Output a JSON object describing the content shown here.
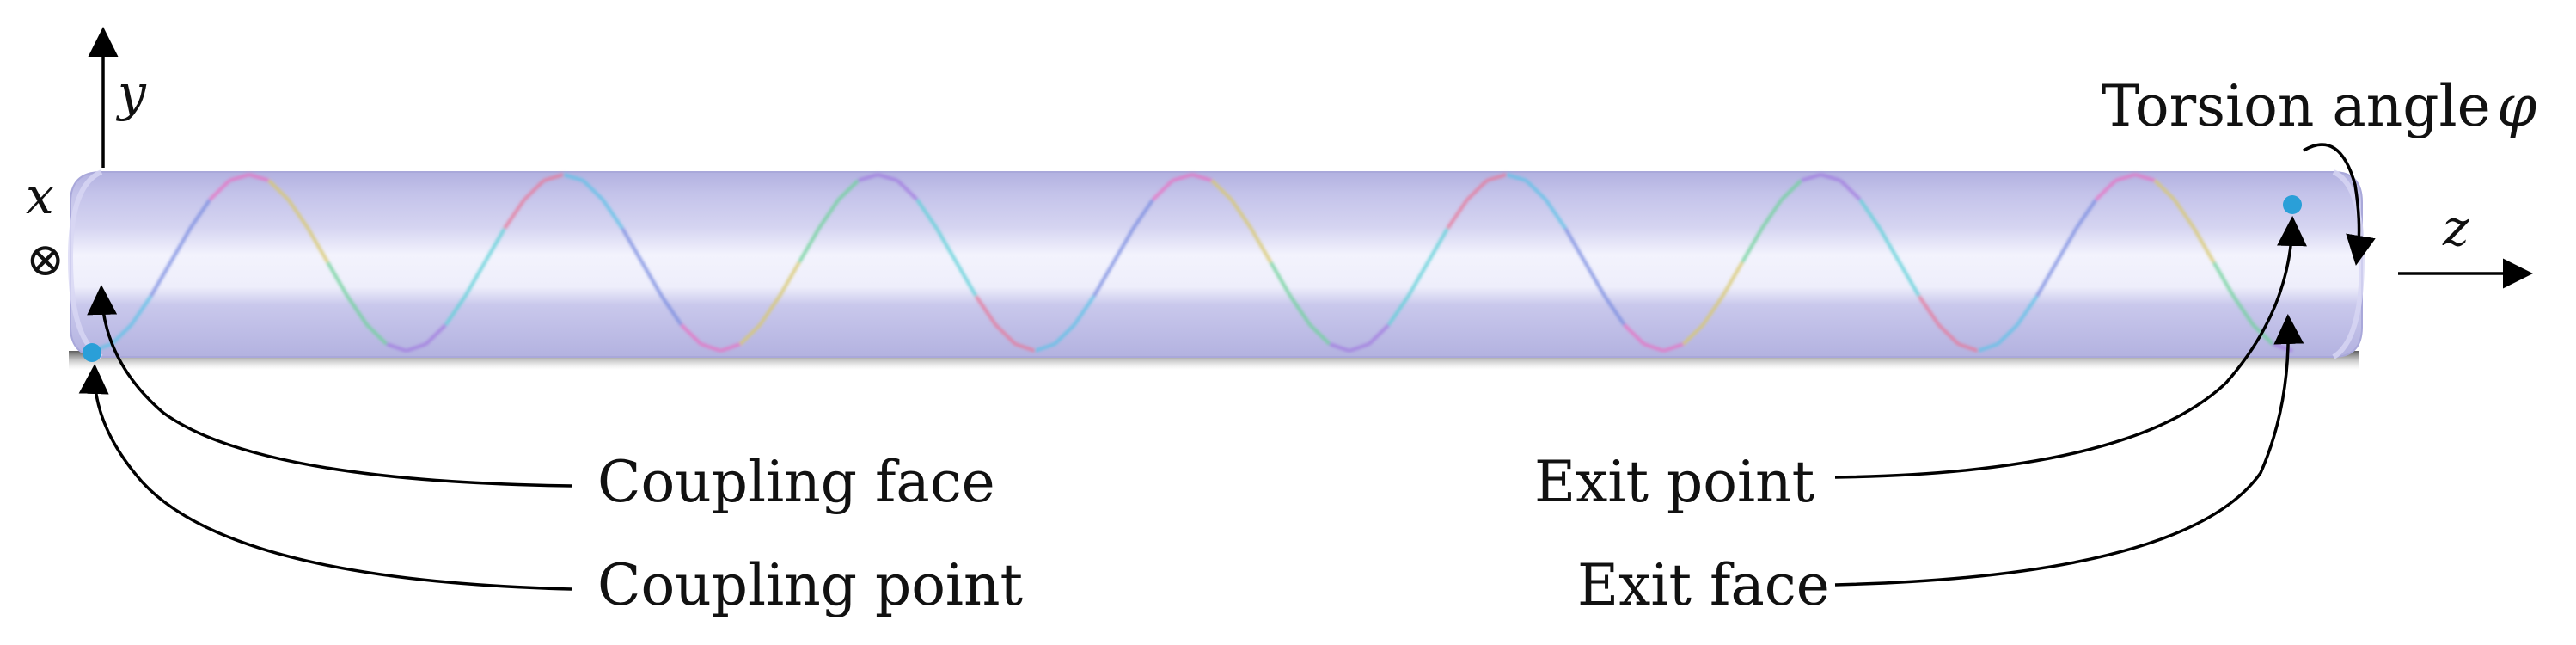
{
  "axes": {
    "y_label": "y",
    "x_label": "x",
    "x_symbol": "⊗",
    "z_label": "z"
  },
  "labels": {
    "torsion_angle": "Torsion angle",
    "torsion_symbol": "φ",
    "coupling_face": "Coupling face",
    "coupling_point": "Coupling point",
    "exit_point": "Exit point",
    "exit_face": "Exit face"
  },
  "colors": {
    "fiber_body": "#c4c3ea",
    "fiber_band_dark": "#b6b5e3",
    "fiber_highlight": "#f2f2fc",
    "fiber_shadow": "#555555",
    "point_marker": "#2a9fd8",
    "annotation": "#000000"
  },
  "helix": {
    "turns": 7,
    "segment_colors": [
      "#5fc3e8",
      "#7a8de0",
      "#e873c4",
      "#d9c96e",
      "#6fd39a",
      "#a37ce0",
      "#5fd1d8",
      "#e87a9a"
    ]
  }
}
